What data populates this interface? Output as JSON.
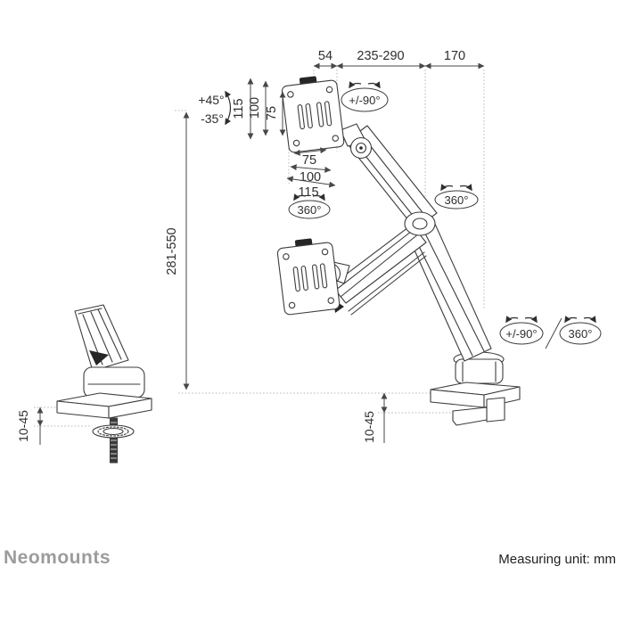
{
  "dims": {
    "vesa_offset": "54",
    "arm_extension": "235-290",
    "base_offset": "170",
    "vesa_plate_height": "115",
    "vesa_hole_v100": "100",
    "vesa_hole_v75": "75",
    "vesa_hole_h75": "75",
    "vesa_hole_h100": "100",
    "vesa_plate_width": "115",
    "height_range": "281-550",
    "grommet_thickness": "10-45",
    "clamp_thickness": "10-45"
  },
  "angles": {
    "tilt_up": "+45°",
    "tilt_down": "-35°",
    "swivel_head": "+/-90°",
    "rotate_vesa": "360°",
    "rotate_elbow": "360°",
    "swivel_base": "+/-90°",
    "rotate_base": "360°"
  },
  "footer": {
    "brand": "Neomounts",
    "unit_note": "Measuring unit: mm"
  },
  "colors": {
    "background": "#ffffff",
    "drawing_line": "#3c3c3c",
    "dimension_line": "#474747",
    "dotted_reference": "#b8b8b8",
    "label_text": "#2e2e2e",
    "brand_text": "#9c9c9c",
    "note_text": "#222222"
  }
}
